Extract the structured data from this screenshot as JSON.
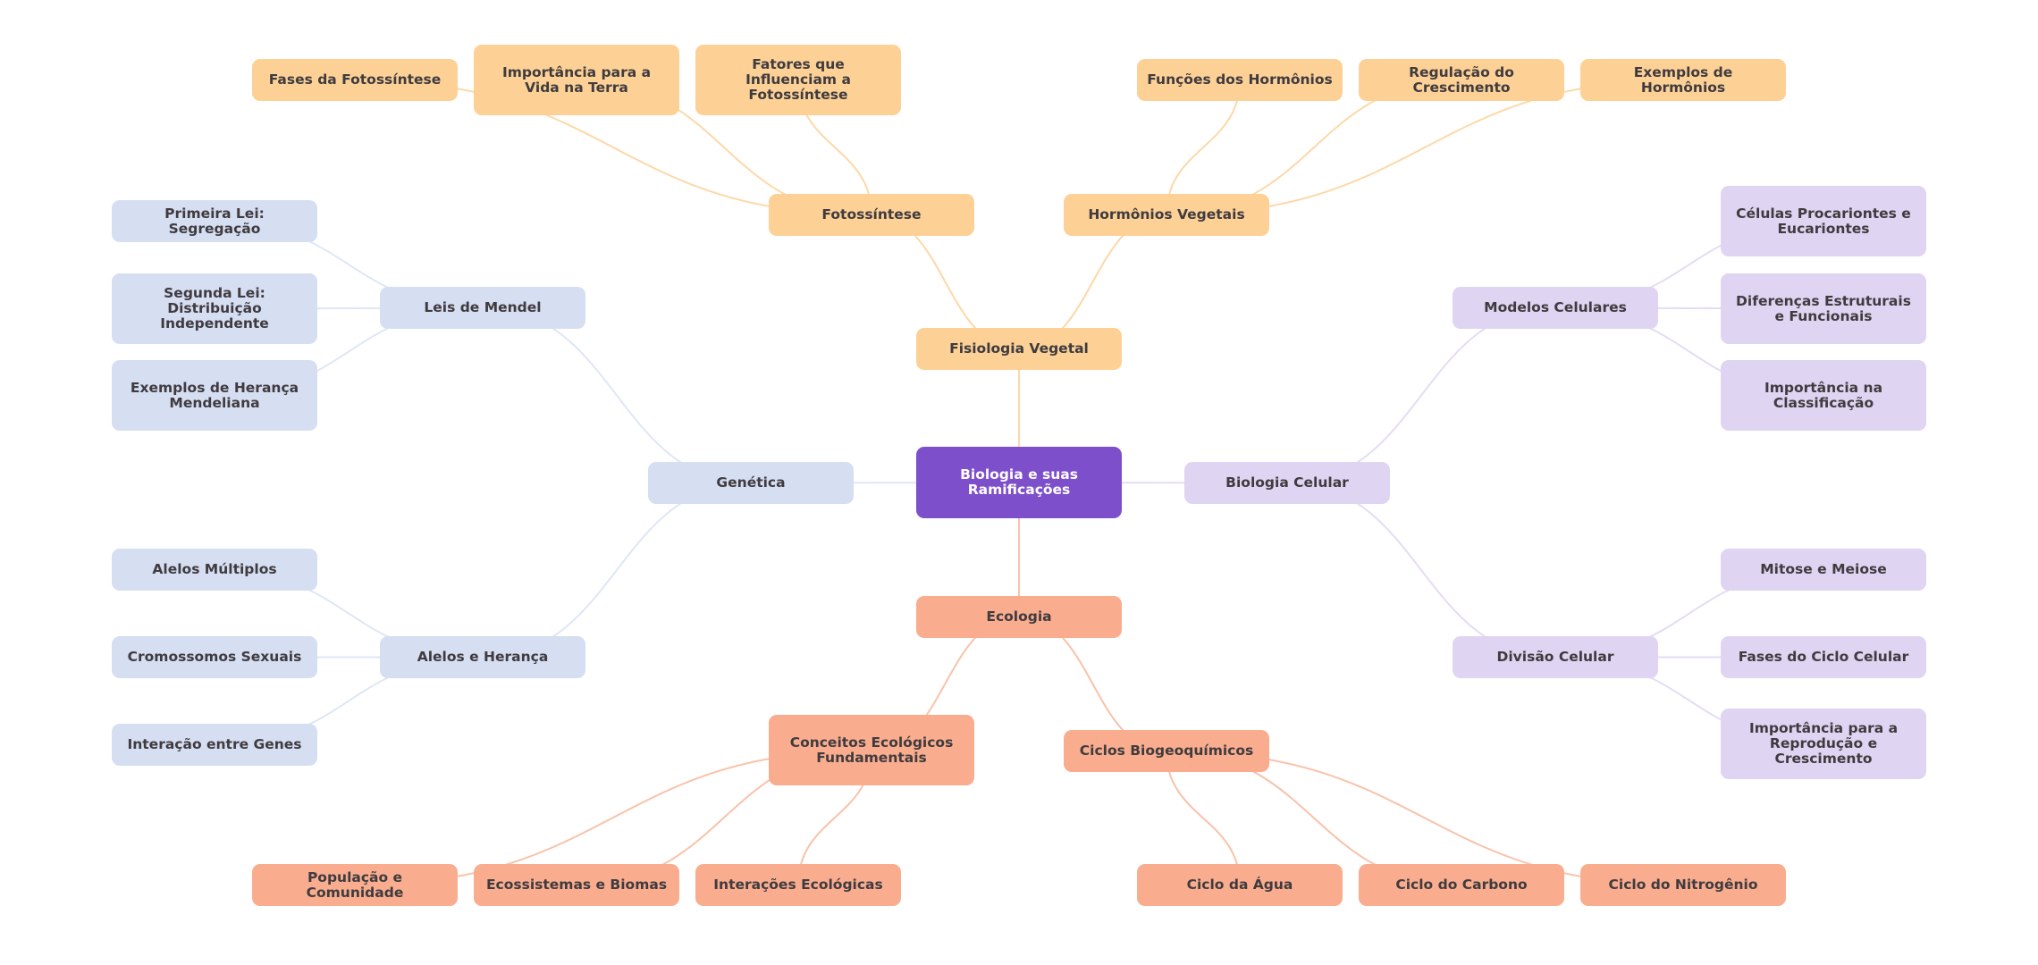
{
  "mindmap": {
    "root": {
      "id": "root",
      "label": "Biologia e suas Ramificações"
    },
    "colors": {
      "root": "#7e4fcb",
      "plant": "#fdd196",
      "plant_edge": "#fdd8a8",
      "genetics": "#d6def2",
      "genetics_edge": "#dfe6f6",
      "cell": "#dfd4f1",
      "cell_edge": "#e4dcf5",
      "ecology": "#f9ad8e",
      "ecology_edge": "#f9c2aa",
      "text": "#3f3b3f"
    },
    "nodes": [
      {
        "id": "fisiologia",
        "label": "Fisiologia Vegetal",
        "parent": "root",
        "branch": "plant"
      },
      {
        "id": "fotossintese",
        "label": "Fotossíntese",
        "parent": "fisiologia",
        "branch": "plant"
      },
      {
        "id": "fases-foto",
        "label": "Fases da Fotossíntese",
        "parent": "fotossintese",
        "branch": "plant"
      },
      {
        "id": "importancia-vida",
        "label": "Importância para a Vida na Terra",
        "parent": "fotossintese",
        "branch": "plant"
      },
      {
        "id": "fatores-foto",
        "label": "Fatores que Influenciam a Fotossíntese",
        "parent": "fotossintese",
        "branch": "plant"
      },
      {
        "id": "hormonios",
        "label": "Hormônios Vegetais",
        "parent": "fisiologia",
        "branch": "plant"
      },
      {
        "id": "funcoes-horm",
        "label": "Funções dos Hormônios",
        "parent": "hormonios",
        "branch": "plant"
      },
      {
        "id": "regulacao",
        "label": "Regulação do Crescimento",
        "parent": "hormonios",
        "branch": "plant"
      },
      {
        "id": "exemplos-horm",
        "label": "Exemplos de Hormônios",
        "parent": "hormonios",
        "branch": "plant"
      },
      {
        "id": "genetica",
        "label": "Genética",
        "parent": "root",
        "branch": "genetics"
      },
      {
        "id": "mendel",
        "label": "Leis de Mendel",
        "parent": "genetica",
        "branch": "genetics"
      },
      {
        "id": "primeira-lei",
        "label": "Primeira Lei: Segregação",
        "parent": "mendel",
        "branch": "genetics"
      },
      {
        "id": "segunda-lei",
        "label": "Segunda Lei: Distribuição Independente",
        "parent": "mendel",
        "branch": "genetics"
      },
      {
        "id": "exemplos-heranca",
        "label": "Exemplos de Herança Mendeliana",
        "parent": "mendel",
        "branch": "genetics"
      },
      {
        "id": "alelos",
        "label": "Alelos e Herança",
        "parent": "genetica",
        "branch": "genetics"
      },
      {
        "id": "alelos-multiplos",
        "label": "Alelos Múltiplos",
        "parent": "alelos",
        "branch": "genetics"
      },
      {
        "id": "cromossomos",
        "label": "Cromossomos Sexuais",
        "parent": "alelos",
        "branch": "genetics"
      },
      {
        "id": "interacao-genes",
        "label": "Interação entre Genes",
        "parent": "alelos",
        "branch": "genetics"
      },
      {
        "id": "celular",
        "label": "Biologia Celular",
        "parent": "root",
        "branch": "cell"
      },
      {
        "id": "modelos",
        "label": "Modelos Celulares",
        "parent": "celular",
        "branch": "cell"
      },
      {
        "id": "procariontes",
        "label": "Células Procariontes e Eucariontes",
        "parent": "modelos",
        "branch": "cell"
      },
      {
        "id": "diferencas",
        "label": "Diferenças Estruturais e Funcionais",
        "parent": "modelos",
        "branch": "cell"
      },
      {
        "id": "classificacao",
        "label": "Importância na Classificação",
        "parent": "modelos",
        "branch": "cell"
      },
      {
        "id": "divisao",
        "label": "Divisão Celular",
        "parent": "celular",
        "branch": "cell"
      },
      {
        "id": "mitose",
        "label": "Mitose e Meiose",
        "parent": "divisao",
        "branch": "cell"
      },
      {
        "id": "fases-ciclo",
        "label": "Fases do Ciclo Celular",
        "parent": "divisao",
        "branch": "cell"
      },
      {
        "id": "importancia-repro",
        "label": "Importância para a Reprodução e Crescimento",
        "parent": "divisao",
        "branch": "cell"
      },
      {
        "id": "ecologia",
        "label": "Ecologia",
        "parent": "root",
        "branch": "ecology"
      },
      {
        "id": "conceitos",
        "label": "Conceitos Ecológicos Fundamentais",
        "parent": "ecologia",
        "branch": "ecology"
      },
      {
        "id": "populacao",
        "label": "População e Comunidade",
        "parent": "conceitos",
        "branch": "ecology"
      },
      {
        "id": "ecossistemas",
        "label": "Ecossistemas e Biomas",
        "parent": "conceitos",
        "branch": "ecology"
      },
      {
        "id": "interacoes",
        "label": "Interações Ecológicas",
        "parent": "conceitos",
        "branch": "ecology"
      },
      {
        "id": "ciclos",
        "label": "Ciclos Biogeoquímicos",
        "parent": "ecologia",
        "branch": "ecology"
      },
      {
        "id": "ciclo-agua",
        "label": "Ciclo da Água",
        "parent": "ciclos",
        "branch": "ecology"
      },
      {
        "id": "ciclo-carbono",
        "label": "Ciclo do Carbono",
        "parent": "ciclos",
        "branch": "ecology"
      },
      {
        "id": "ciclo-nitrogenio",
        "label": "Ciclo do Nitrogênio",
        "parent": "ciclos",
        "branch": "ecology"
      }
    ]
  }
}
